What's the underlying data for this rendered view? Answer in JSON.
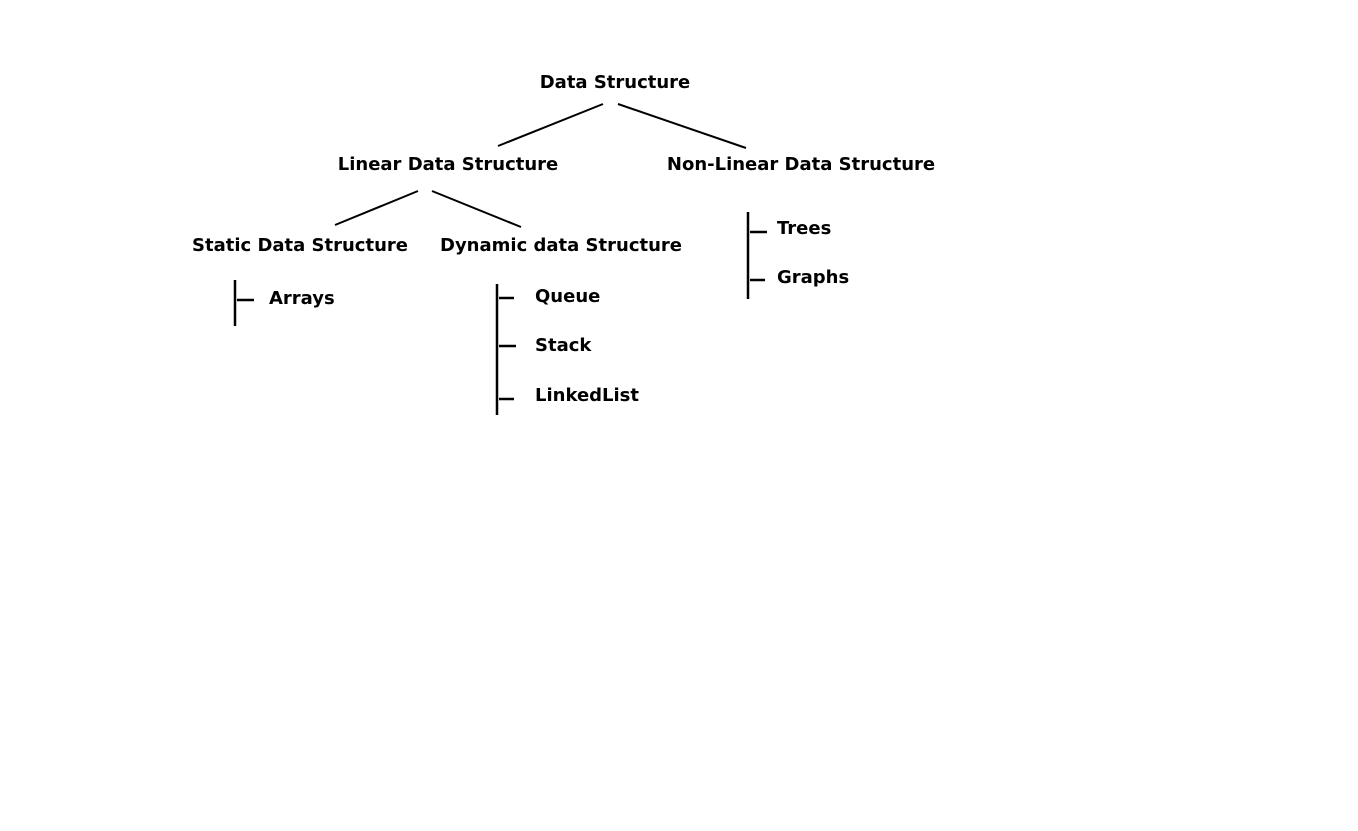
{
  "diagram": {
    "root": {
      "label": "Data Structure"
    },
    "linear": {
      "label": "Linear Data Structure"
    },
    "nonlinear": {
      "label": "Non-Linear Data Structure"
    },
    "static": {
      "label": "Static Data Structure"
    },
    "dynamic": {
      "label": "Dynamic data Structure"
    },
    "static_items": [
      "Arrays"
    ],
    "dynamic_items": [
      "Queue",
      "Stack",
      "LinkedList"
    ],
    "nonlinear_items": [
      "Trees",
      "Graphs"
    ],
    "line_color": "#000000",
    "text_color": "#000000",
    "background_color": "#ffffff"
  }
}
